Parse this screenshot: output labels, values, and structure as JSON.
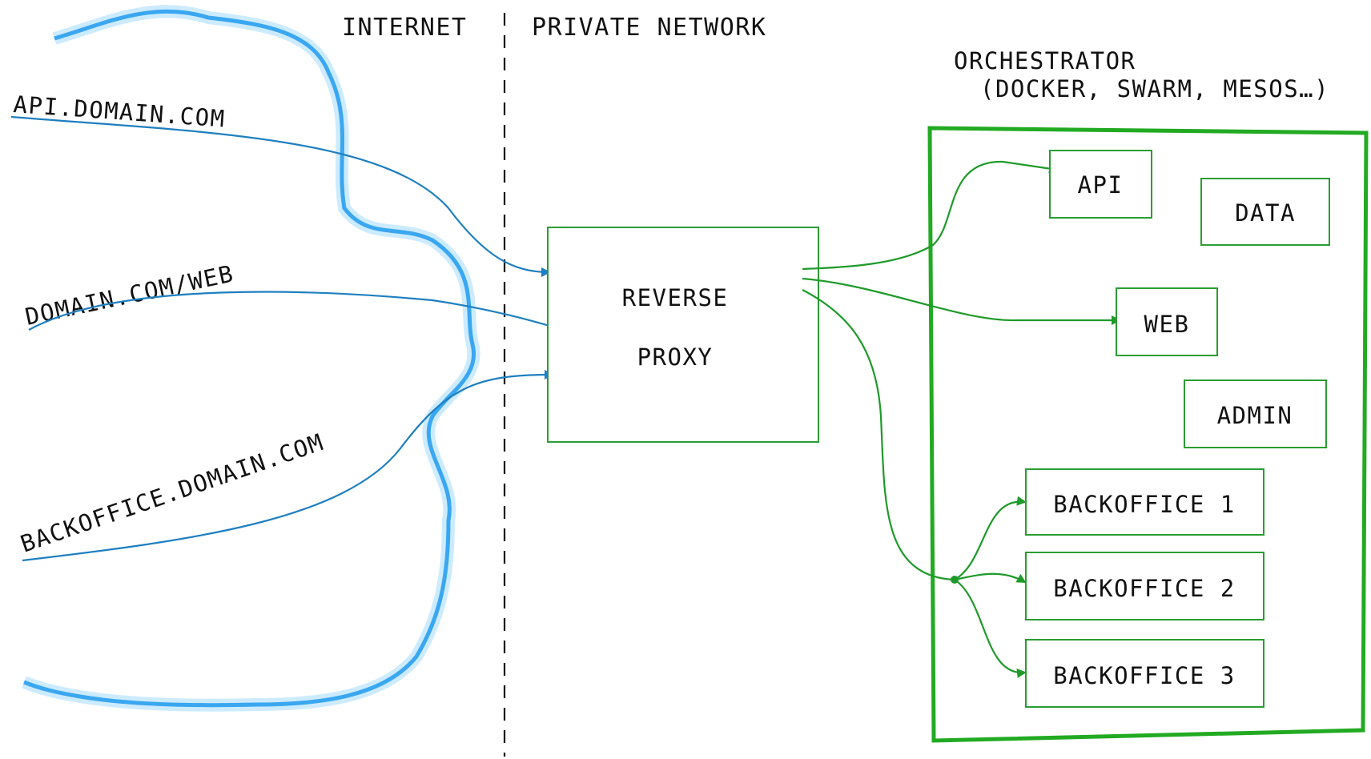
{
  "sections": {
    "internet": "INTERNET",
    "private_network": "PRIVATE NETWORK"
  },
  "orchestrator": {
    "title": "ORCHESTRATOR",
    "subtitle": "(DOCKER, SWARM, MESOS…)"
  },
  "domains": [
    "API.DOMAIN.COM",
    "DOMAIN.COM/WEB",
    "BACKOFFICE.DOMAIN.COM"
  ],
  "proxy": {
    "line1": "REVERSE",
    "line2": "PROXY"
  },
  "services": {
    "api": "API",
    "data": "DATA",
    "web": "WEB",
    "admin": "ADMIN",
    "backoffice1": "BACKOFFICE 1",
    "backoffice2": "BACKOFFICE 2",
    "backoffice3": "BACKOFFICE 3"
  },
  "colors": {
    "internet_lines": "#1e7fc0",
    "private_lines": "#1f9a2a",
    "cloud": "#3aa7f0",
    "orchestrator_border": "#22aa22"
  }
}
